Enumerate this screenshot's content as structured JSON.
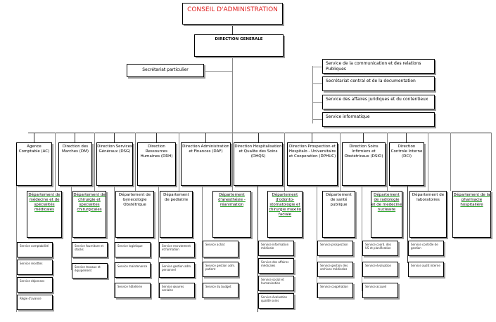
{
  "top": {
    "conseil": "CONSEIL D'ADMINISTRATION",
    "direction_generale": "DIRECTION GENERALE",
    "secretariat_particulier": "Secrétariat particulier"
  },
  "rattaches": [
    "Service de la communication et des relations Publiques",
    "Secrétariat central et de la documentation",
    "Service des affaires juridiques et du contentieux",
    "Service informatique"
  ],
  "directions": [
    "Agence Comptable (AC)",
    "Direction des Marches (DM)",
    "Direction Services Généraux (DSG)",
    "Direction Ressources Humaines (DRH)",
    "Direction Administration et Finances (DAF)",
    "Direction Hospitalisation et Qualite des Soins (DHQS)",
    "Direction Prospection et Hospitalo - Universitaire et Cooperation (DPHUC)",
    "Direction Soins Infirmiers et Obstétricaux (DSIO)",
    "Direction Controle Interne (DCI)"
  ],
  "departements": [
    "Département de médecine et de spécialités médicales",
    "Département de chirurgie et specialites chirurgicales",
    "Département de Gynecologie Obstétrique",
    "Département de pediatrie",
    "Département d'anesthésie - réanimation",
    "Département d'odonto-stomatologie et chirurgie maxillo faciale",
    "Département de santé publique",
    "Département de radiologie et de medecine nucleaire",
    "Département de laboratoires",
    "Département de la pharmacie hospitalière"
  ],
  "services": {
    "ac": [
      "Service comptabilité",
      "Service recettes",
      "Service dépenses",
      "Régie d'avance"
    ],
    "dm": [
      "Service fourniture et stocks",
      "Service travaux et équipement"
    ],
    "dsg": [
      "Service logistique",
      "Service maintenance",
      "Service hôtellerie"
    ],
    "drh": [
      "Service recrutement et formation",
      "Service gestion adm. personnel",
      "Service œuvres sociales"
    ],
    "daf": [
      "Service achat",
      "Service gestion adm. patient",
      "Service du budget"
    ],
    "dhqs": [
      "Service information médicale",
      "Service des affaires médicales",
      "Service social et humanisation",
      "Service évaluation qualité soins"
    ],
    "dphuc": [
      "Service prospection",
      "Service gestion des archives médicales",
      "Service coopération"
    ],
    "dsio": [
      "Service coord. des US et planification",
      "Service évaluation",
      "Service accueil"
    ],
    "dci": [
      "Service contrôle de gestion",
      "Service audit interne"
    ]
  }
}
